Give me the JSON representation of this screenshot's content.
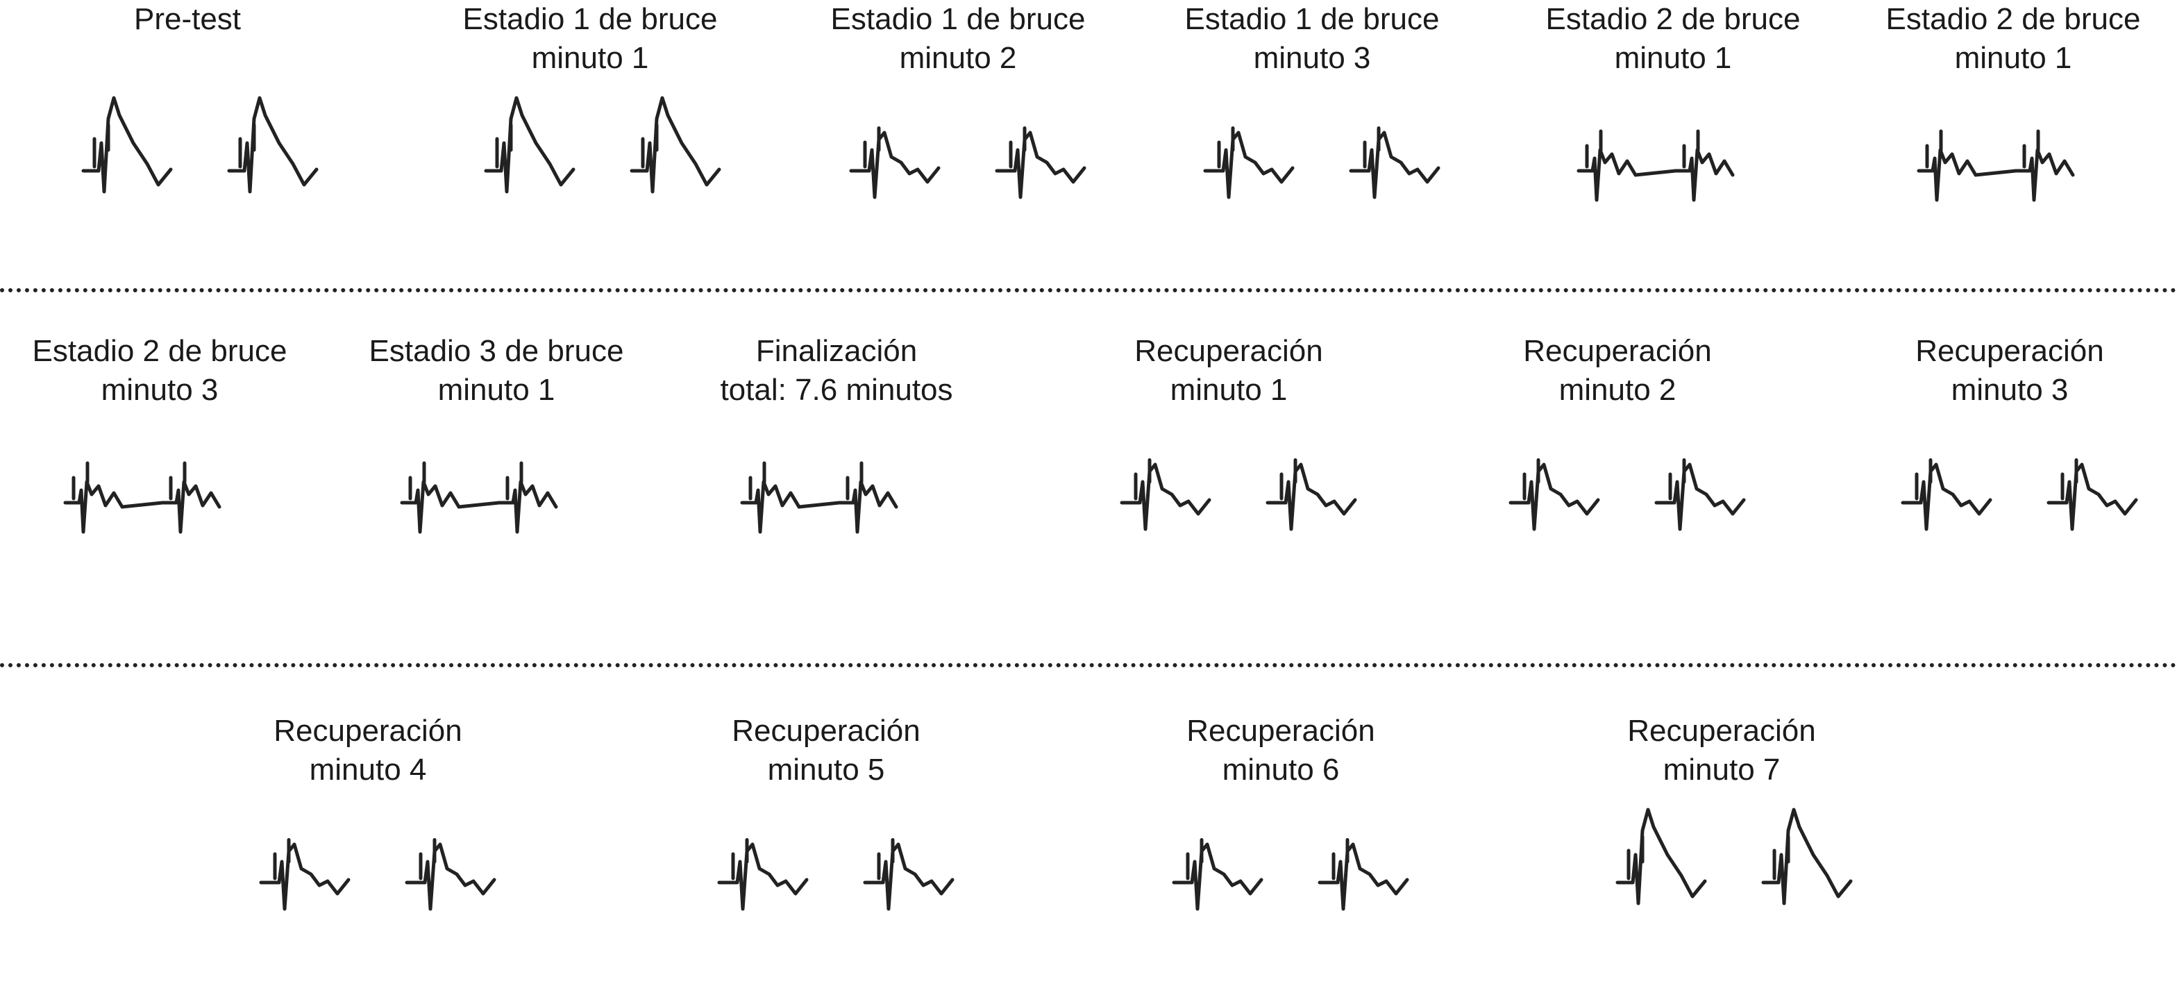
{
  "panels": [
    {
      "line1": "Pre-test",
      "line2": "",
      "shape": "tall"
    },
    {
      "line1": "Estadio 1 de bruce",
      "line2": "minuto 1",
      "shape": "tall"
    },
    {
      "line1": "Estadio 1 de bruce",
      "line2": "minuto 2",
      "shape": "mid"
    },
    {
      "line1": "Estadio 1 de bruce",
      "line2": "minuto 3",
      "shape": "mid"
    },
    {
      "line1": "Estadio 2 de bruce",
      "line2": "minuto 1",
      "shape": "fast"
    },
    {
      "line1": "Estadio 2 de bruce",
      "line2": "minuto 1",
      "shape": "fast"
    },
    {
      "line1": "Estadio 2 de bruce",
      "line2": "minuto 3",
      "shape": "fast"
    },
    {
      "line1": "Estadio 3 de bruce",
      "line2": "minuto 1",
      "shape": "fast"
    },
    {
      "line1": "Finalización",
      "line2": "total: 7.6 minutos",
      "shape": "fast"
    },
    {
      "line1": "Recuperación",
      "line2": "minuto 1",
      "shape": "mid"
    },
    {
      "line1": "Recuperación",
      "line2": "minuto 2",
      "shape": "mid"
    },
    {
      "line1": "Recuperación",
      "line2": "minuto 3",
      "shape": "mid"
    },
    {
      "line1": "Recuperación",
      "line2": "minuto 4",
      "shape": "mid"
    },
    {
      "line1": "Recuperación",
      "line2": "minuto 5",
      "shape": "mid"
    },
    {
      "line1": "Recuperación",
      "line2": "minuto 6",
      "shape": "mid"
    },
    {
      "line1": "Recuperación",
      "line2": "minuto 7",
      "shape": "tall"
    }
  ]
}
